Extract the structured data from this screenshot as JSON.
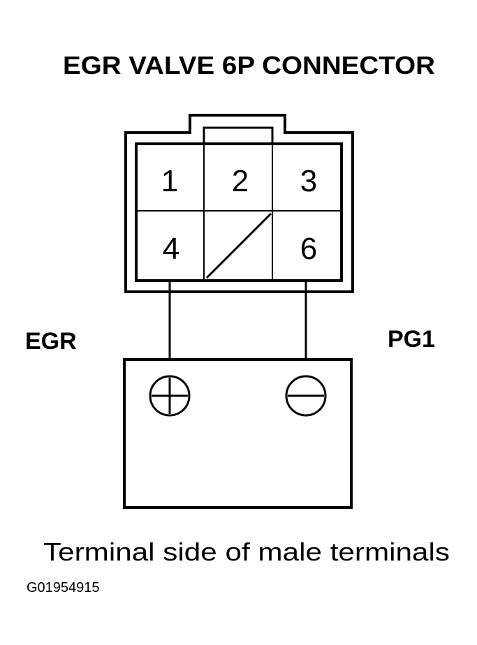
{
  "title": "EGR VALVE 6P CONNECTOR",
  "connector": {
    "terminals": [
      "1",
      "2",
      "3",
      "4",
      "6"
    ]
  },
  "wires": {
    "left_label": "EGR",
    "right_label": "PG1"
  },
  "battery": {
    "positive_symbol": "plus-terminal-icon",
    "negative_symbol": "minus-terminal-icon"
  },
  "caption": "Terminal side of male terminals",
  "figure_ref": "G01954915"
}
